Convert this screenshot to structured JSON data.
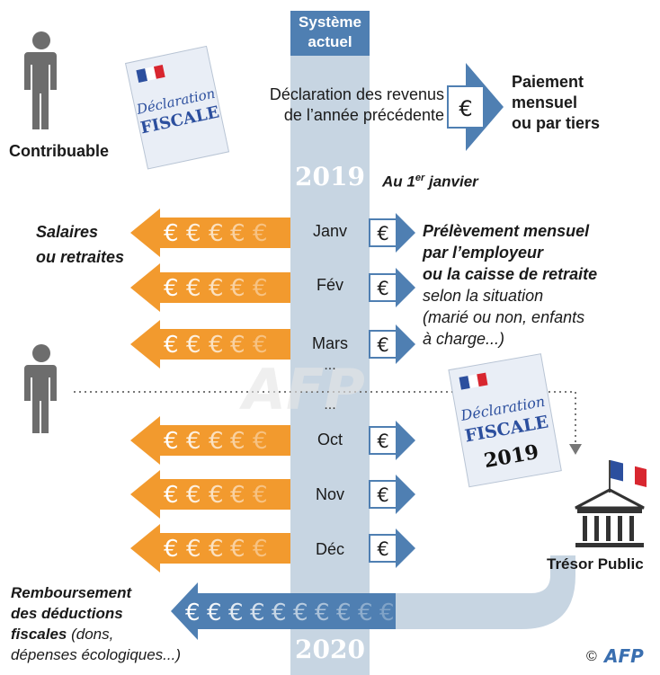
{
  "header": {
    "column_title_line1": "Système",
    "column_title_line2": "actuel"
  },
  "years": {
    "start": "2019",
    "end": "2020"
  },
  "top": {
    "contributor_label": "Contribuable",
    "declaration_text_line1": "Déclaration des revenus",
    "declaration_text_line2": "de l’année précédente",
    "payment_line1": "Paiement",
    "payment_line2": "mensuel",
    "payment_line3": "ou par tiers"
  },
  "start_label": {
    "prefix": "Au 1",
    "sup": "er",
    "suffix": " janvier"
  },
  "salaries_line1": "Salaires",
  "salaries_line2": "ou retraites",
  "withholding": {
    "line1": "Prélèvement mensuel",
    "line2": "par l’employeur",
    "line3": "ou la caisse de retraite",
    "line4": "selon la situation",
    "line5": "(marié ou non, enfants",
    "line6": "à charge...)"
  },
  "months": [
    "Janv",
    "Fév",
    "Mars",
    "Oct",
    "Nov",
    "Déc"
  ],
  "ellipsis": "...",
  "form": {
    "title_line1": "Déclaration",
    "title_line2": "FISCALE",
    "year": "2019"
  },
  "treasury_label": "Trésor Public",
  "refund": {
    "line1": "Remboursement",
    "line2": "des déductions",
    "line3": "fiscales",
    "line3_rest": " (dons,",
    "line4": "dépenses écologiques...)"
  },
  "symbols": {
    "euro": "€"
  },
  "copyright": "©",
  "agency": "AFP",
  "colors": {
    "orange": "#f29a2e",
    "blue": "#4f7fb2",
    "column": "#c7d5e2",
    "grey_person": "#6d6d6d"
  }
}
